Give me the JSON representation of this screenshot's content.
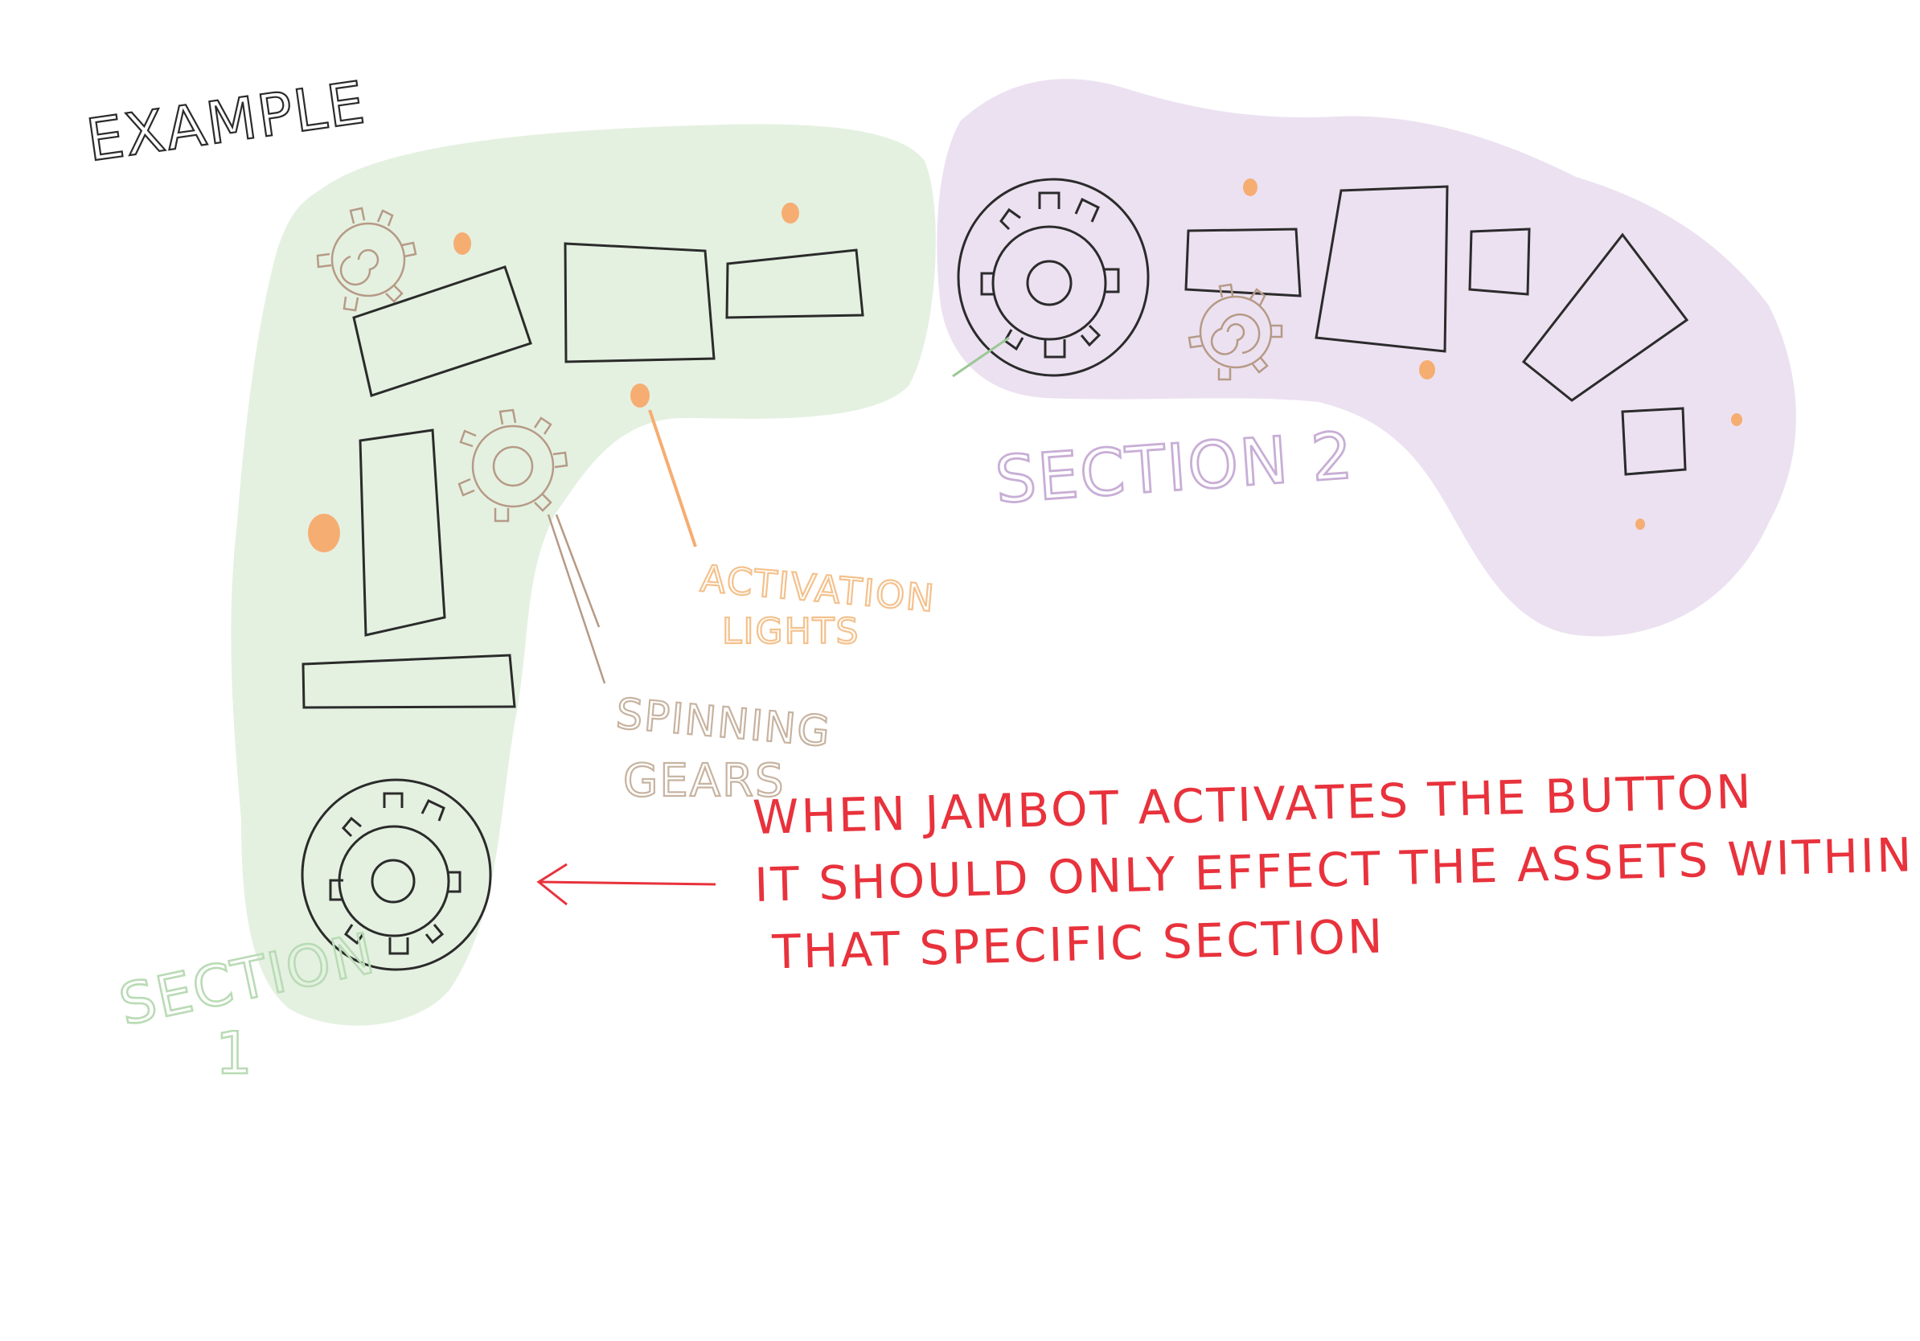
{
  "title": "EXAMPLE",
  "sections": [
    {
      "label_line1": "SECTION",
      "label_line2": "1",
      "color": "#e4f1e1",
      "label_color": "#b9dbb5"
    },
    {
      "label": "SECTION 2",
      "color": "#ece1f1",
      "label_color": "#c8aed6"
    }
  ],
  "callouts": {
    "activation_lights": {
      "line1": "ACTIVATION",
      "line2": "LIGHTS",
      "color": "#f4c18c"
    },
    "spinning_gears": {
      "line1": "SPINNING",
      "line2": "GEARS",
      "color": "#c7b3a0"
    }
  },
  "note": {
    "line1": "WHEN JAMBOT ACTIVATES THE  BUTTON",
    "line2": "IT SHOULD ONLY EFFECT THE  ASSETS WITHIN",
    "line3": "THAT SPECIFIC SECTION",
    "color": "#e8323c"
  },
  "colors": {
    "ink": "#2b2b2b",
    "light_dot": "#f6ad72",
    "gear_outline": "#b69a86"
  }
}
